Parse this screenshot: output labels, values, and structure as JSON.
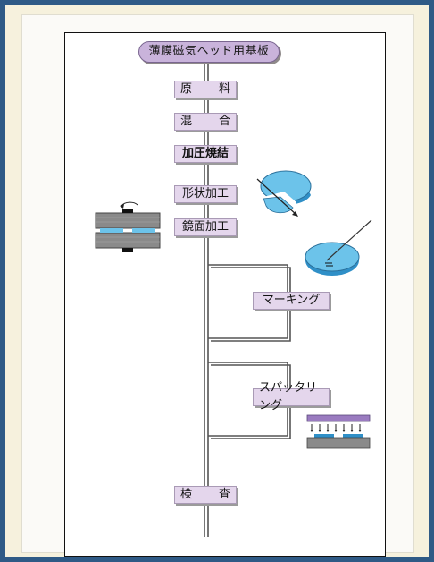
{
  "title": "薄膜磁気ヘッド用基板",
  "steps": [
    {
      "id": "raw",
      "left": "原",
      "right": "料"
    },
    {
      "id": "mix",
      "left": "混",
      "right": "合"
    },
    {
      "id": "sinter",
      "label": "加圧焼結"
    },
    {
      "id": "shape",
      "label": "形状加工"
    },
    {
      "id": "mirror",
      "label": "鏡面加工"
    },
    {
      "id": "marking",
      "label": "マーキング"
    },
    {
      "id": "sputter",
      "label": "スパッタリング"
    },
    {
      "id": "inspect",
      "left": "検",
      "right": "査"
    }
  ],
  "colors": {
    "frame": "#2f5a86",
    "box_fill": "#e4d6ec",
    "title_fill": "#c9b3db",
    "wafer": "#6cc3ea",
    "line": "#555555"
  }
}
